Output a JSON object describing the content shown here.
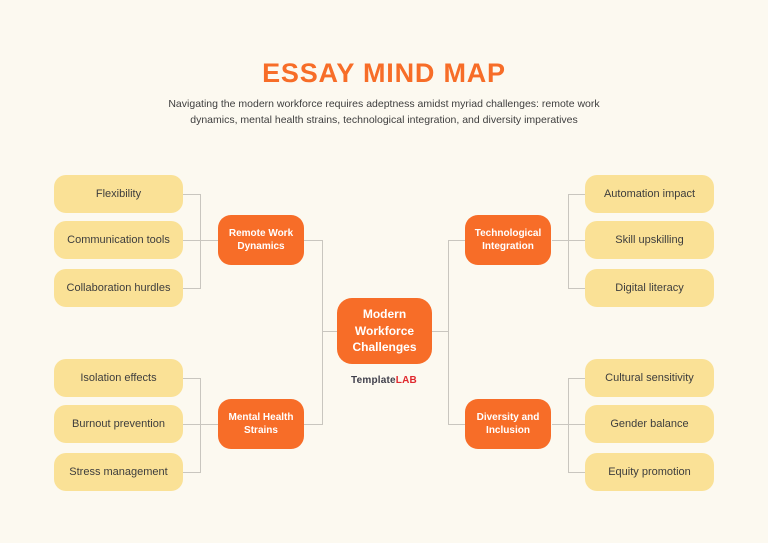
{
  "title": "ESSAY MIND MAP",
  "subtitle": "Navigating the modern workforce requires adeptness amidst myriad challenges: remote work dynamics, mental health strains, technological integration, and diversity imperatives",
  "center": {
    "label": "Modern Workforce Challenges"
  },
  "logo": {
    "part1": "Template",
    "part2": "LAB"
  },
  "branches": [
    {
      "label": "Remote Work Dynamics",
      "side": "left",
      "position": "top",
      "leaves": [
        "Flexibility",
        "Communication tools",
        "Collaboration hurdles"
      ]
    },
    {
      "label": "Mental Health Strains",
      "side": "left",
      "position": "bottom",
      "leaves": [
        "Isolation effects",
        "Burnout prevention",
        "Stress management"
      ]
    },
    {
      "label": "Technological Integration",
      "side": "right",
      "position": "top",
      "leaves": [
        "Automation impact",
        "Skill upskilling",
        "Digital literacy"
      ]
    },
    {
      "label": "Diversity and Inclusion",
      "side": "right",
      "position": "bottom",
      "leaves": [
        "Cultural sensitivity",
        "Gender balance",
        "Equity promotion"
      ]
    }
  ],
  "colors": {
    "orange": "#F76D28",
    "yellow": "#FAE196",
    "background": "#FCF9F0",
    "line": "#C9C6BF",
    "text_dark": "#3D3D3D",
    "logo_gray": "#3F3F4B",
    "logo_red": "#E0282E"
  }
}
